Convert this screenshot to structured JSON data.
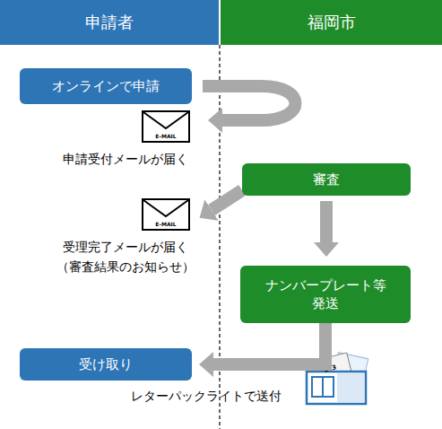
{
  "diagram": {
    "nodes": [
      {
        "text": [
          "申請者"
        ]
      },
      {
        "text": [
          "福岡市"
        ]
      },
      {
        "text": [
          "オンラインで申請"
        ]
      },
      {
        "text": [
          "審査"
        ]
      },
      {
        "text": [
          "ナンバープレート等 発送"
        ]
      },
      {
        "text": [
          "受け取り"
        ]
      }
    ],
    "edges": [
      {
        "from": 3,
        "to": 4,
        "arrow": "to"
      },
      {
        "from": 4,
        "to": 5,
        "arrow": "to",
        "label": "レターパックライトで送付"
      }
    ],
    "labels": [
      "E-MAIL",
      "申請受付メールが届く",
      "E-MAIL",
      "受理完了メールが届く",
      "（審査結果のお知らせ）",
      "123"
    ]
  }
}
